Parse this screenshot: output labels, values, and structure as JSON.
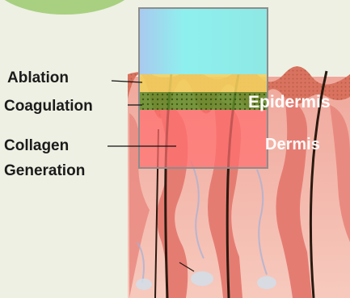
{
  "labels": {
    "ablation": "Ablation",
    "coagulation": "Coagulation",
    "collagen_line1": "Collagen",
    "collagen_line2": "Generation",
    "epidermis": "Epidermis",
    "dermis": "Dermis"
  },
  "colors": {
    "background": "#eef0e3",
    "accent_circle": "#a8d080",
    "skin_base": "#f3b8b0",
    "epidermis_band": "#d9735f",
    "laser_beam": "#8ee8e8",
    "ablation_zone": "#f2d05e",
    "coagulation_zone": "#5f8f2a",
    "collagen_zone": "#ff7070",
    "hair": "#2a1a10"
  }
}
